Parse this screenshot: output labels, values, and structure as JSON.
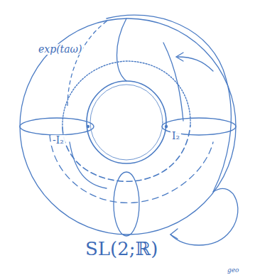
{
  "diagram": {
    "labels": [
      "exp(taω)",
      "-I₂",
      "I₂",
      "SL(2;ℝ)",
      "geo"
    ]
  }
}
